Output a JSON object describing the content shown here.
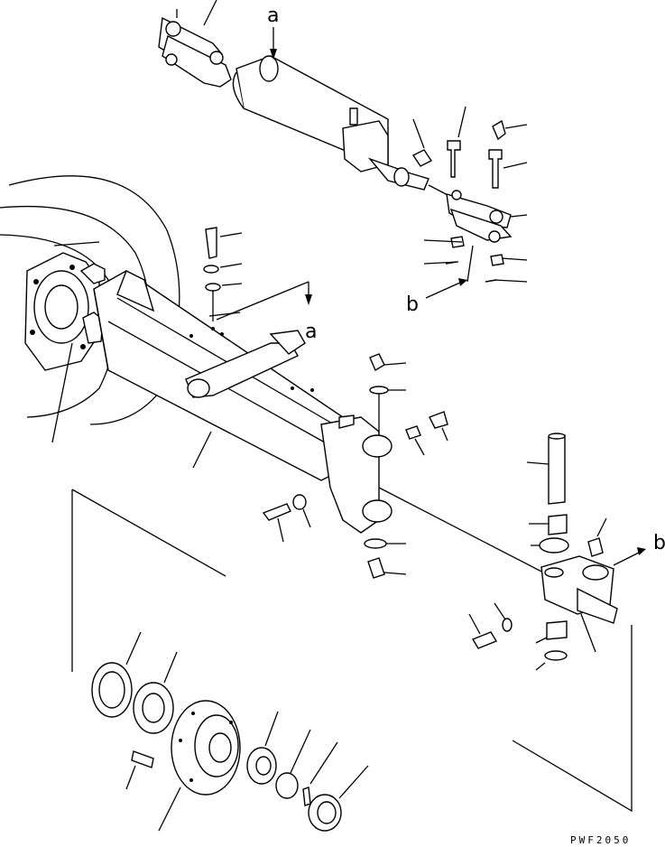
{
  "diagram": {
    "refs": {
      "a_top": "a",
      "a_mid": "a",
      "b_left": "b",
      "b_right": "b"
    },
    "drawing_code": "PWF2050"
  }
}
